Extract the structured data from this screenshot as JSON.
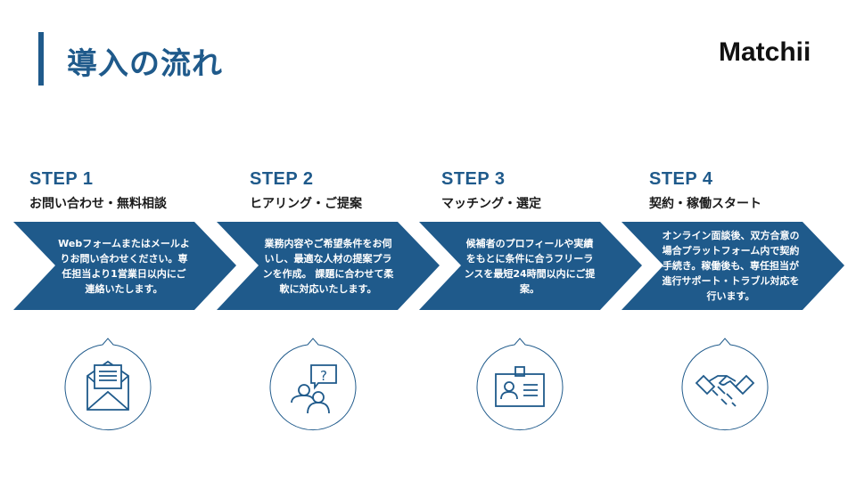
{
  "header": {
    "title": "導入の流れ",
    "logo": "Matchii"
  },
  "steps": [
    {
      "num": "STEP 1",
      "name": "お問い合わせ・無料相談",
      "desc": "Webフォームまたはメールよりお問い合わせください。専任担当より1営業日以内にご連絡いたします。",
      "icon": "envelope-icon"
    },
    {
      "num": "STEP 2",
      "name": "ヒアリング・ご提案",
      "desc": "業務内容やご希望条件をお伺いし、最適な人材の提案プランを作成。 課題に合わせて柔軟に対応いたします。",
      "icon": "consultation-icon"
    },
    {
      "num": "STEP 3",
      "name": "マッチング・選定",
      "desc": "候補者のプロフィールや実績をもとに条件に合うフリーランスを最短24時間以内にご提案。",
      "icon": "id-card-icon"
    },
    {
      "num": "STEP 4",
      "name": "契約・稼働スタート",
      "desc": "オンライン面談後、双方合意の場合プラットフォーム内で契約手続き。稼働後も、専任担当が進行サポート・トラブル対応を行います。",
      "icon": "handshake-icon"
    }
  ],
  "colors": {
    "accent": "#1f5a8b"
  }
}
